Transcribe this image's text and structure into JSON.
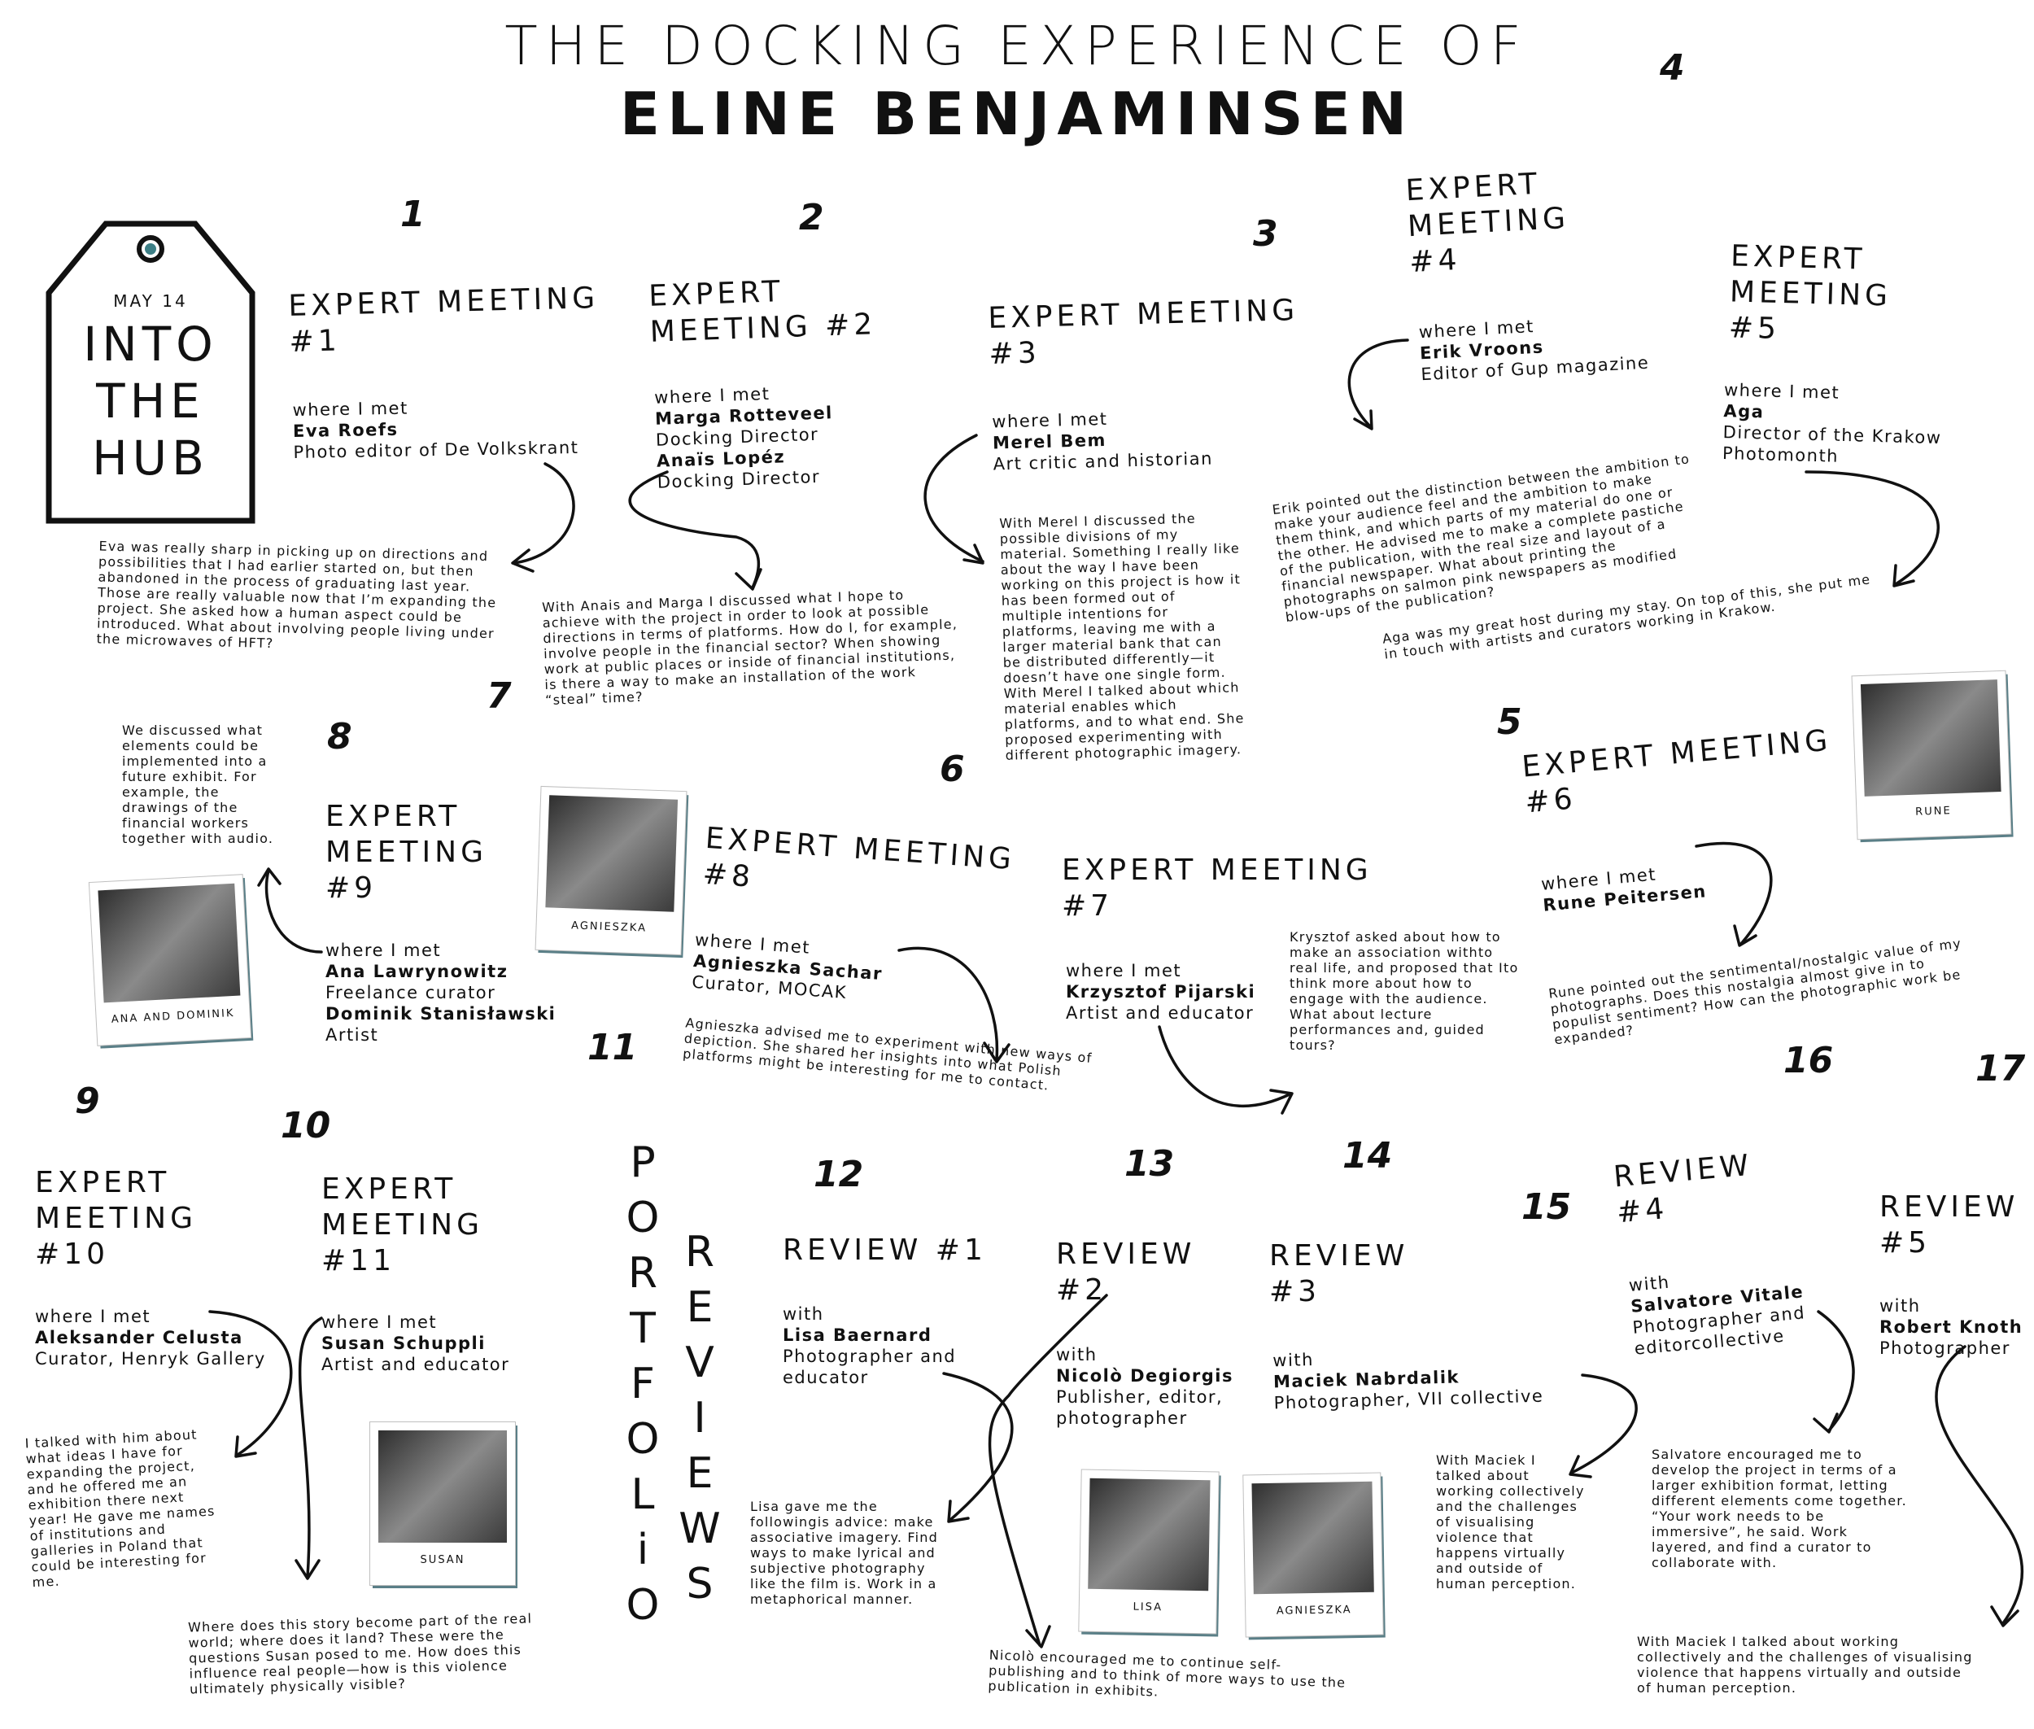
{
  "title": {
    "line1": "THE DOCKING EXPERIENCE OF",
    "line2": "ELINE BENJAMINSEN"
  },
  "tag": {
    "date": "MAY 14",
    "label": "INTO\nTHE\nHUB"
  },
  "numbers": [
    "1",
    "2",
    "3",
    "4",
    "5",
    "6",
    "7",
    "8",
    "9",
    "10",
    "11",
    "12",
    "13",
    "14",
    "15",
    "16",
    "17"
  ],
  "portfolio": {
    "word1": [
      "P",
      "O",
      "R",
      "T",
      "F",
      "O",
      "L",
      "i",
      "O"
    ],
    "word2": [
      "R",
      "E",
      "V",
      "I",
      "E",
      "W",
      "S"
    ]
  },
  "meetings": {
    "m1": {
      "heading": "EXPERT MEETING\n#1",
      "label": "where I met",
      "name": "Eva Roefs",
      "role": "Photo editor of De Volkskrant",
      "note": "Eva was really sharp in picking up on directions and possibilities that I had earlier started on, but then abandoned in the process of graduating last year. Those are really valuable now that I’m expanding the project. She asked how a human aspect could be introduced. What about involving people living under the microwaves of HFT?"
    },
    "m2": {
      "heading": "EXPERT\nMEETING #2",
      "label": "where I met",
      "name": "Marga Rotteveel",
      "role": "Docking Director",
      "name2": "Anaïs Lopéz",
      "role2": "Docking Director",
      "note": "With Anais and Marga I discussed what I hope to achieve with the project in order to look at possible directions in terms of platforms. How do I, for example, involve people in the financial sector? When showing work at public places or inside of financial institutions, is there a way to make an installation of the work “steal” time?"
    },
    "m3": {
      "heading": "EXPERT MEETING\n#3",
      "label": "where I met",
      "name": "Merel Bem",
      "role": "Art critic and historian",
      "note": "With Merel I discussed the possible divisions of my material. Something I really like about the way I have been working on this project is how it has been formed out of multiple intentions for platforms, leaving me with a larger material bank that can be distributed differently—it doesn’t have one single form. With Merel I talked about which material enables which platforms, and to what end. She proposed experimenting with different photographic imagery."
    },
    "m4": {
      "heading": "EXPERT\nMEETING\n#4",
      "label": "where I met",
      "name": "Erik Vroons",
      "role": "Editor of Gup magazine",
      "note": "Erik pointed out the distinction between the ambition to make your audience feel and the ambition to make them think, and which parts of my material do one or the other. He advised me to make a complete pastiche of the publication, with the real size and layout of a financial newspaper. What about printing the photographs on salmon pink newspapers as modified blow-ups of the publication?"
    },
    "m5": {
      "heading": "EXPERT\nMEETING\n#5",
      "label": "where I met",
      "name": "Aga",
      "role": "Director of the Krakow Photomonth",
      "note": "Aga was my great host during my stay. On top of this, she put me in touch with artists and curators working in Krakow."
    },
    "m6": {
      "heading": "EXPERT MEETING\n#6",
      "label": "where I met",
      "name": "Rune Peitersen",
      "note": "Rune pointed out the sentimental/nostalgic value of my photographs. Does this nostalgia almost give in to populist sentiment? How can the photographic work be expanded?",
      "photo": "RUNE"
    },
    "m7": {
      "heading": "EXPERT MEETING\n#7",
      "label": "where I met",
      "name": "Krzysztof Pijarski",
      "role": "Artist and educator",
      "note": "Krysztof asked about how to make an association withto real life, and proposed that Ito think more about how to engage with the audience. What about lecture performances and, guided tours?"
    },
    "m8": {
      "heading": "EXPERT MEETING\n#8",
      "label": "where I met",
      "name": "Agnieszka Sachar",
      "role": "Curator, MOCAK",
      "note": "Agnieszka advised me to experiment with new ways of depiction. She shared her insights into what Polish platforms might be interesting for me to contact.",
      "photo": "AGNIESZKA"
    },
    "m9": {
      "heading": "EXPERT\nMEETING\n#9",
      "label": "where I met",
      "name": "Ana Lawrynowitz",
      "role": "Freelance curator",
      "name2": "Dominik Stanisławski",
      "role2": "Artist",
      "note": "We discussed what elements could be implemented into a future exhibit. For example, the drawings of the financial workers together with audio.",
      "photo": "ANA AND DOMINIK"
    },
    "m10": {
      "heading": "EXPERT\nMEETING\n#10",
      "label": "where I met",
      "name": "Aleksander Celusta",
      "role": "Curator, Henryk Gallery",
      "note": "I talked with him about what ideas I have for expanding the project, and he offered me an exhibition there next year! He gave me names of institutions and galleries in Poland that could be interesting for me."
    },
    "m11": {
      "heading": "EXPERT\nMEETING\n#11",
      "label": "where I met",
      "name": "Susan Schuppli",
      "role": "Artist and educator",
      "note": "Where does this story become part of the real world; where does it land? These were the questions Susan posed to me. How does this influence real people—how is this violence ultimately physically visible?",
      "photo": "SUSAN"
    }
  },
  "reviews": {
    "r1": {
      "heading": "REVIEW #1",
      "label": "with",
      "name": "Lisa Baernard",
      "role": "Photographer and educator",
      "note": "Lisa gave me the followingis advice: make associative imagery. Find ways to make lyrical and subjective photography like the film is. Work in a metaphorical manner.",
      "photo": "LISA"
    },
    "r2": {
      "heading": "REVIEW\n#2",
      "label": "with",
      "name": "Nicolò Degiorgis",
      "role": "Publisher, editor, photographer",
      "note": "Nicolò encouraged me to continue self-publishing and to think of more ways to use the publication in exhibits.",
      "photo": "AGNIESZKA"
    },
    "r3": {
      "heading": "REVIEW\n#3",
      "label": "with",
      "name": "Maciek Nabrdalik",
      "role": "Photographer, VII collective",
      "note": "With Maciek I talked about working collectively and the challenges of visualising violence that happens virtually and outside of human perception."
    },
    "r4": {
      "heading": "REVIEW\n#4",
      "label": "with",
      "name": "Salvatore Vitale",
      "role": "Photographer and editorcollective",
      "note": "Salvatore encouraged me to develop the project in terms of a larger exhibition format, letting different elements come together. “Your work needs to be immersive”, he said. Work layered, and find a curator to collaborate with."
    },
    "r5": {
      "heading": "REVIEW\n#5",
      "label": "with",
      "name": "Robert Knoth",
      "role": "Photographer",
      "note": "With Maciek I talked about working collectively and the challenges of visualising violence that happens virtually and outside of human perception."
    }
  }
}
